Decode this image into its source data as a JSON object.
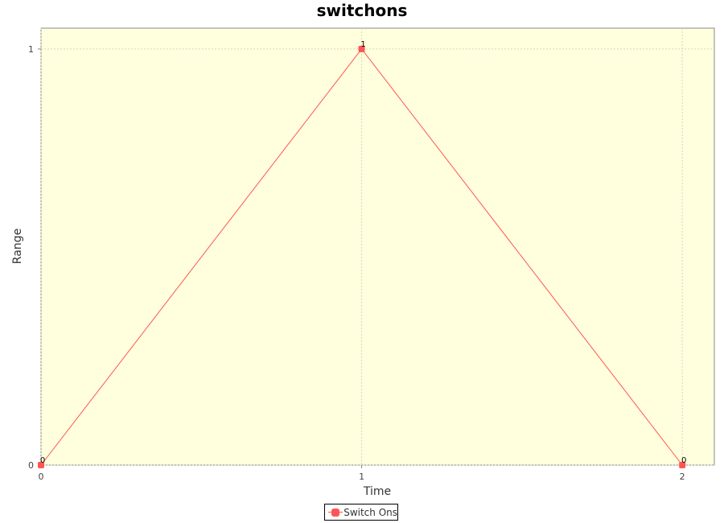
{
  "chart_data": {
    "type": "line",
    "title": "switchons",
    "xlabel": "Time",
    "ylabel": "Range",
    "x": [
      0,
      1,
      2
    ],
    "xlim": [
      0,
      2.1
    ],
    "ylim": [
      0,
      1.05
    ],
    "x_ticks": [
      "0",
      "1",
      "2"
    ],
    "y_ticks": [
      "0",
      "1"
    ],
    "grid": true,
    "legend_position": "bottom",
    "plot_background": "#ffffdd",
    "series": [
      {
        "name": "Switch Ons",
        "color": "#ff5555",
        "values": [
          0,
          1,
          0
        ],
        "data_labels": [
          "0",
          "1",
          "0"
        ]
      }
    ]
  }
}
